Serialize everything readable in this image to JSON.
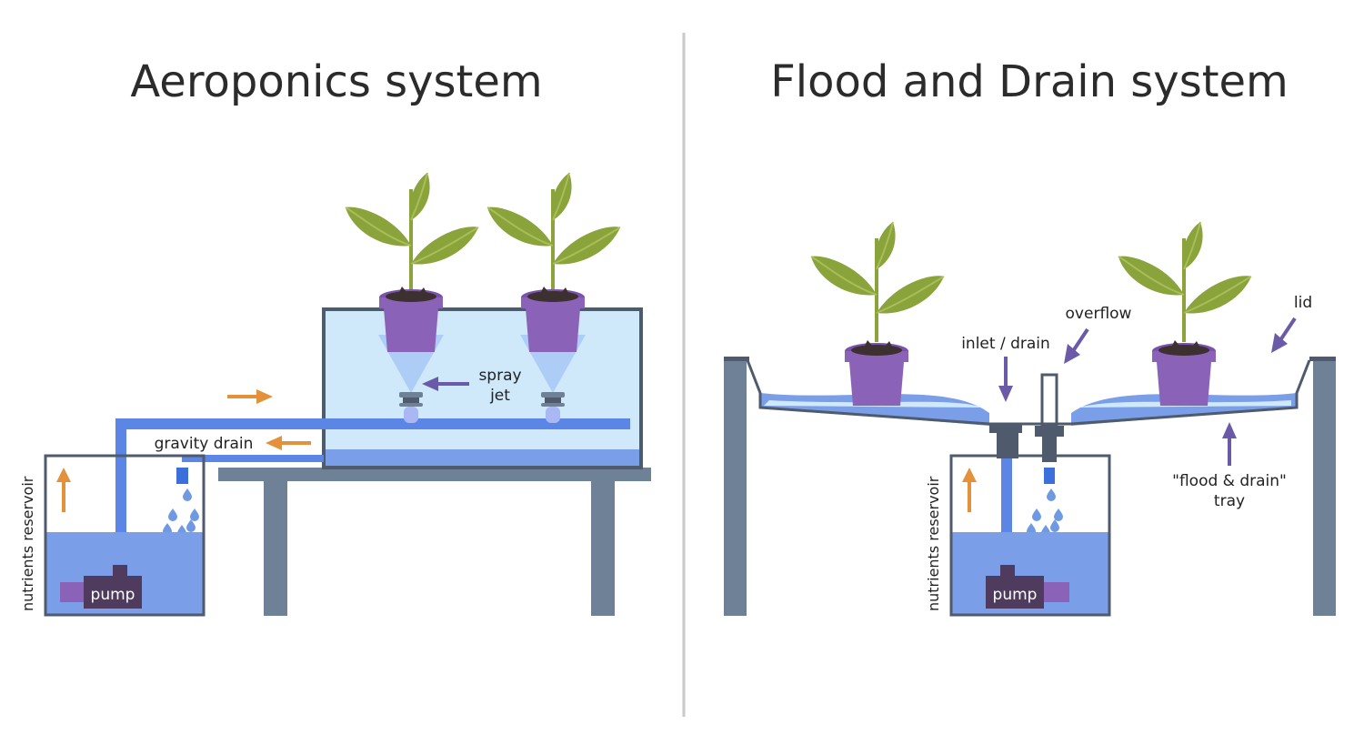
{
  "left": {
    "title": "Aeroponics system",
    "labels": {
      "spray_line1": "spray",
      "spray_line2": "jet",
      "gravity_drain": "gravity drain",
      "reservoir": "nutrients reservoir",
      "pump": "pump"
    }
  },
  "right": {
    "title": "Flood and Drain system",
    "labels": {
      "overflow": "overflow",
      "inlet_drain": "inlet / drain",
      "lid": "lid",
      "tray_line1": "\"flood & drain\"",
      "tray_line2": "tray",
      "reservoir": "nutrients reservoir",
      "pump": "pump"
    }
  },
  "colors": {
    "water": "#7b9ee8",
    "water_light": "#cfe9fb",
    "pipe": "#5b86e5",
    "frame": "#4f5b6d",
    "table": "#6f8196",
    "pump": "#4f3b5e",
    "pot": "#8a63b8",
    "leaf": "#8aa33a",
    "arrow_orange": "#e3913a",
    "arrow_purple": "#6a5aa8"
  }
}
